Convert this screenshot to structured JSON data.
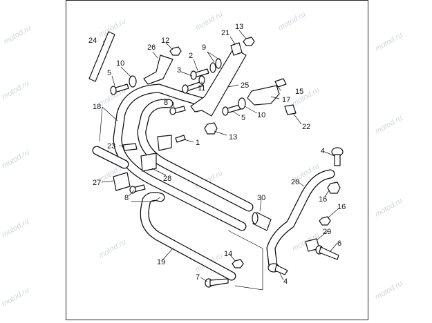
{
  "watermark": {
    "text": "motod.ru"
  },
  "callouts": {
    "c1": "1",
    "c2": "2",
    "c3": "3",
    "c4a": "4",
    "c4b": "4",
    "c5a": "5",
    "c5b": "5",
    "c6": "6",
    "c7": "7",
    "c8a": "8",
    "c8b": "8",
    "c9": "9",
    "c10a": "10",
    "c10b": "10",
    "c11": "11",
    "c12": "12",
    "c13a": "13",
    "c13b": "13",
    "c14": "14",
    "c15": "15",
    "c16a": "16",
    "c16b": "16",
    "c17": "17",
    "c18": "18",
    "c19": "19",
    "c20": "20",
    "c21": "21",
    "c22": "22",
    "c23": "23",
    "c24": "24",
    "c25": "25",
    "c26": "26",
    "c27": "27",
    "c28": "28",
    "c29": "29",
    "c30": "30"
  }
}
